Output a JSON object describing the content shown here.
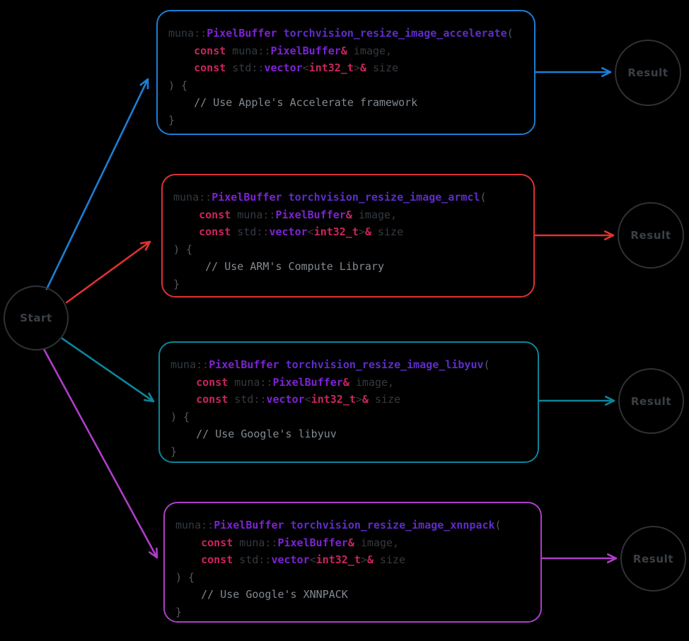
{
  "colors": {
    "background": "#000000",
    "blue": "#1c7ed6",
    "red": "#e03131",
    "teal": "#0c8599",
    "purple": "#ae3ec9",
    "node_stroke": "#2e3237",
    "node_label": "#3a4046",
    "syntax": {
      "type": "#7d22d4",
      "function": "#5f2cc9",
      "keyword": "#c9255f",
      "identifier": "#343a40",
      "punctuation": "#545a61",
      "comment": "#82898f"
    }
  },
  "start_node": {
    "label": "Start"
  },
  "result_nodes": [
    {
      "label": "Result"
    },
    {
      "label": "Result"
    },
    {
      "label": "Result"
    },
    {
      "label": "Result"
    }
  ],
  "boxes": [
    {
      "name": "accelerate",
      "border_color_key": "blue",
      "lines": [
        [
          [
            "muna::",
            "i"
          ],
          [
            "PixelBuffer",
            "t"
          ],
          [
            " ",
            "i"
          ],
          [
            "torchvision_resize_image_accelerate",
            "f"
          ],
          [
            "(",
            "p"
          ]
        ],
        [
          [
            "    ",
            "i"
          ],
          [
            "const",
            "k"
          ],
          [
            " muna::",
            "i"
          ],
          [
            "PixelBuffer",
            "t"
          ],
          [
            "&",
            "k"
          ],
          [
            " image,",
            "i"
          ]
        ],
        [
          [
            "    ",
            "i"
          ],
          [
            "const",
            "k"
          ],
          [
            " std::",
            "i"
          ],
          [
            "vector",
            "t"
          ],
          [
            "<",
            "i"
          ],
          [
            "int32_t",
            "k"
          ],
          [
            ">",
            "i"
          ],
          [
            "&",
            "k"
          ],
          [
            " size",
            "i"
          ]
        ],
        [
          [
            ") {",
            "p"
          ]
        ],
        [
          [
            "    // Use Apple's Accelerate framework",
            "c"
          ]
        ],
        [
          [
            "}",
            "p"
          ]
        ]
      ]
    },
    {
      "name": "armcl",
      "border_color_key": "red",
      "lines": [
        [
          [
            "muna::",
            "i"
          ],
          [
            "PixelBuffer",
            "t"
          ],
          [
            " ",
            "i"
          ],
          [
            "torchvision_resize_image_armcl",
            "f"
          ],
          [
            "(",
            "p"
          ]
        ],
        [
          [
            "    ",
            "i"
          ],
          [
            "const",
            "k"
          ],
          [
            " muna::",
            "i"
          ],
          [
            "PixelBuffer",
            "t"
          ],
          [
            "&",
            "k"
          ],
          [
            " image,",
            "i"
          ]
        ],
        [
          [
            "    ",
            "i"
          ],
          [
            "const",
            "k"
          ],
          [
            " std::",
            "i"
          ],
          [
            "vector",
            "t"
          ],
          [
            "<",
            "i"
          ],
          [
            "int32_t",
            "k"
          ],
          [
            ">",
            "i"
          ],
          [
            "&",
            "k"
          ],
          [
            " size",
            "i"
          ]
        ],
        [
          [
            ") {",
            "p"
          ]
        ],
        [
          [
            "     // Use ARM's Compute Library",
            "c"
          ]
        ],
        [
          [
            "}",
            "p"
          ]
        ]
      ]
    },
    {
      "name": "libyuv",
      "border_color_key": "teal",
      "lines": [
        [
          [
            "muna::",
            "i"
          ],
          [
            "PixelBuffer",
            "t"
          ],
          [
            " ",
            "i"
          ],
          [
            "torchvision_resize_image_libyuv",
            "f"
          ],
          [
            "(",
            "p"
          ]
        ],
        [
          [
            "    ",
            "i"
          ],
          [
            "const",
            "k"
          ],
          [
            " muna::",
            "i"
          ],
          [
            "PixelBuffer",
            "t"
          ],
          [
            "&",
            "k"
          ],
          [
            " image,",
            "i"
          ]
        ],
        [
          [
            "    ",
            "i"
          ],
          [
            "const",
            "k"
          ],
          [
            " std::",
            "i"
          ],
          [
            "vector",
            "t"
          ],
          [
            "<",
            "i"
          ],
          [
            "int32_t",
            "k"
          ],
          [
            ">",
            "i"
          ],
          [
            "&",
            "k"
          ],
          [
            " size",
            "i"
          ]
        ],
        [
          [
            ") {",
            "p"
          ]
        ],
        [
          [
            "    // Use Google's libyuv",
            "c"
          ]
        ],
        [
          [
            "}",
            "p"
          ]
        ]
      ]
    },
    {
      "name": "xnnpack",
      "border_color_key": "purple",
      "lines": [
        [
          [
            "muna::",
            "i"
          ],
          [
            "PixelBuffer",
            "t"
          ],
          [
            " ",
            "i"
          ],
          [
            "torchvision_resize_image_xnnpack",
            "f"
          ],
          [
            "(",
            "p"
          ]
        ],
        [
          [
            "    ",
            "i"
          ],
          [
            "const",
            "k"
          ],
          [
            " muna::",
            "i"
          ],
          [
            "PixelBuffer",
            "t"
          ],
          [
            "&",
            "k"
          ],
          [
            " image,",
            "i"
          ]
        ],
        [
          [
            "    ",
            "i"
          ],
          [
            "const",
            "k"
          ],
          [
            " std::",
            "i"
          ],
          [
            "vector",
            "t"
          ],
          [
            "<",
            "i"
          ],
          [
            "int32_t",
            "k"
          ],
          [
            ">",
            "i"
          ],
          [
            "&",
            "k"
          ],
          [
            " size",
            "i"
          ]
        ],
        [
          [
            ") {",
            "p"
          ]
        ],
        [
          [
            "    // Use Google's XNNPACK",
            "c"
          ]
        ],
        [
          [
            "}",
            "p"
          ]
        ]
      ]
    }
  ]
}
